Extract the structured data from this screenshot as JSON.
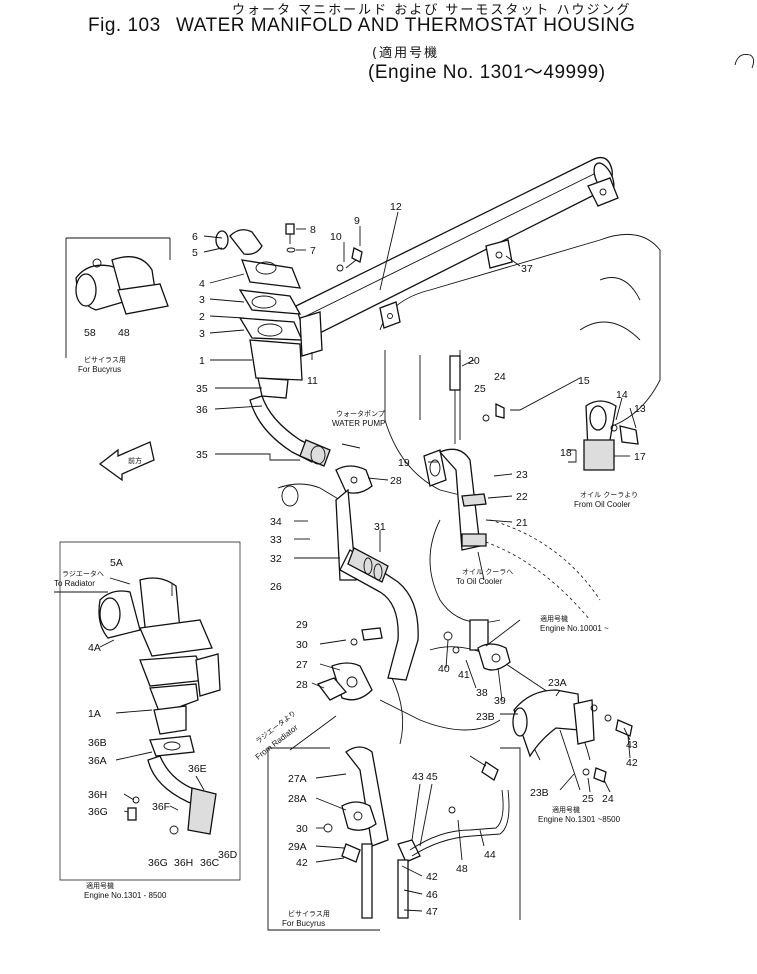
{
  "header": {
    "japanese_title": "ウォータ マニホールド および サーモスタット ハウジング",
    "fig_label": "Fig. 103",
    "title": "WATER MANIFOLD AND THERMOSTAT HOUSING",
    "applic_jp": "(適用号機",
    "applic_en": "(Engine No. 1301～49999)"
  },
  "notes": {
    "bucyrus_jp_1": "ビサイラス用",
    "bucyrus_1": "For Bucyrus",
    "water_pump_jp": "ウォータポンプ",
    "water_pump": "WATER PUMP",
    "from_oil_cooler_jp": "オイル クーラより",
    "from_oil_cooler": "From Oil Cooler",
    "to_oil_cooler_jp": "オイル クーラへ",
    "to_oil_cooler": "To Oil Cooler",
    "to_radiator_jp": "ラジエータへ",
    "to_radiator": "To Radiator",
    "from_radiator_jp": "ラジエータより",
    "from_radiator": "From Radiator",
    "engine_10001_jp": "適用号機",
    "engine_10001": "Engine No.10001 ~",
    "engine_1301_8500_jp_a": "適用号機",
    "engine_1301_8500_a": "Engine No.1301 ~8500",
    "engine_1301_8500_jp_b": "適用号機",
    "engine_1301_8500_b": "Engine No.1301 - 8500",
    "bucyrus_jp_2": "ビサイラス用",
    "bucyrus_2": "For Bucyrus",
    "front_arrow": "前方"
  },
  "labels": {
    "l6": "6",
    "l5": "5",
    "l8a": "8",
    "l7": "7",
    "l9": "9",
    "l10": "10",
    "l12": "12",
    "l4": "4",
    "l3a": "3",
    "l2": "2",
    "l3b": "3",
    "l1": "1",
    "l11": "11",
    "l37": "37",
    "l58": "58",
    "l48": "48",
    "l20": "20",
    "l15": "15",
    "l14": "14",
    "l13": "13",
    "l25a": "25",
    "l24a": "24",
    "l35a": "35",
    "l36": "36",
    "l35b": "35",
    "l19": "19",
    "l18": "18",
    "l17": "17",
    "l23": "23",
    "l22": "22",
    "l21": "21",
    "l28": "28",
    "l34": "34",
    "l33": "33",
    "l31": "31",
    "l32": "32",
    "l26": "26",
    "l5A": "5A",
    "l4A": "4A",
    "l29": "29",
    "l30a": "30",
    "l27": "27",
    "l28b": "28",
    "l40": "40",
    "l41": "41",
    "l38": "38",
    "l39": "39",
    "l23A": "23A",
    "l23B": "23B",
    "l43a": "43",
    "l42a": "42",
    "l1A": "1A",
    "l36B": "36B",
    "l36A": "36A",
    "l36E": "36E",
    "l36H": "36H",
    "l36G": "36G",
    "l36F": "36F",
    "l36G2": "36G",
    "l36H2": "36H",
    "l36C": "36C",
    "l36D": "36D",
    "l27A": "27A",
    "l28A": "28A",
    "l30b": "30",
    "l29A": "29A",
    "l42b": "42",
    "l43b": "43",
    "l45": "45",
    "l48b": "48",
    "l44": "44",
    "l42c": "42",
    "l46": "46",
    "l47": "47",
    "l23B2": "23B",
    "l25b": "25",
    "l24b": "24"
  }
}
